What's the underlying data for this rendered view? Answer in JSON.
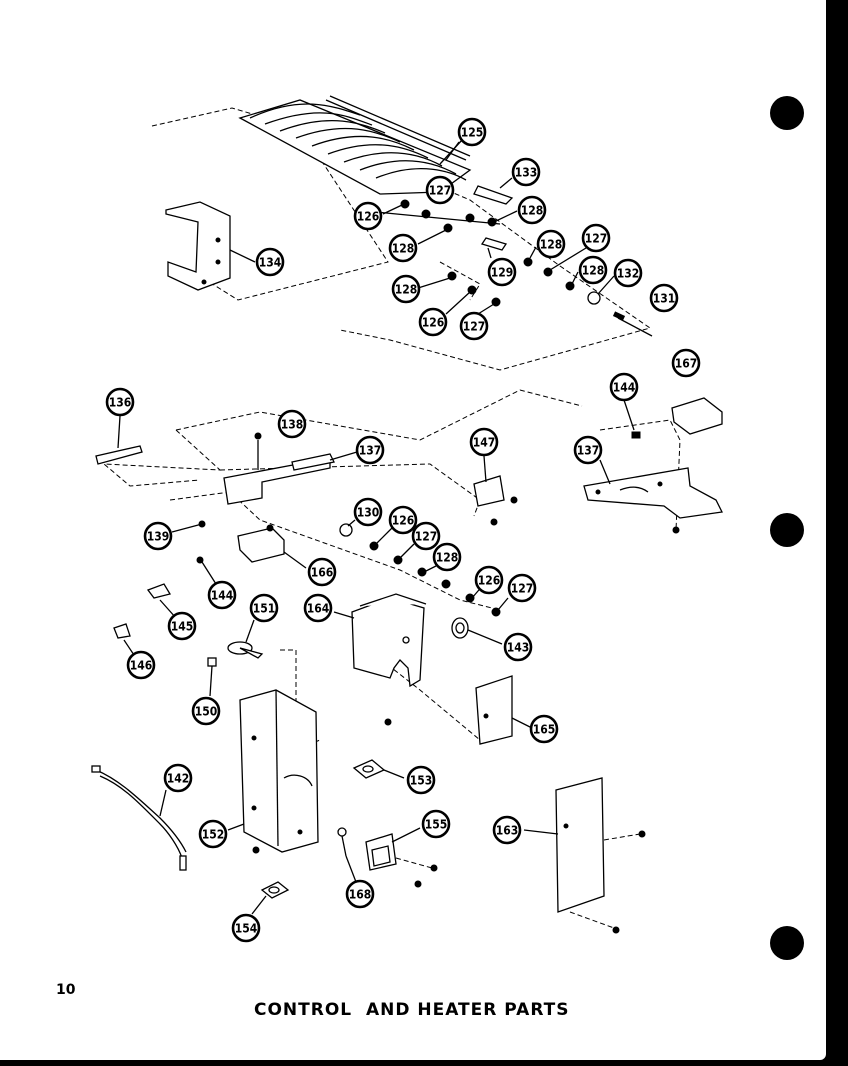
{
  "page": {
    "number": "10",
    "title": "CONTROL  AND HEATER PARTS"
  },
  "callouts": [
    {
      "id": "125",
      "label": "125"
    },
    {
      "id": "133",
      "label": "133"
    },
    {
      "id": "127a",
      "label": "127"
    },
    {
      "id": "126a",
      "label": "126"
    },
    {
      "id": "128a",
      "label": "128"
    },
    {
      "id": "128b",
      "label": "128"
    },
    {
      "id": "129",
      "label": "129"
    },
    {
      "id": "128c",
      "label": "128"
    },
    {
      "id": "127b",
      "label": "127"
    },
    {
      "id": "128d",
      "label": "128"
    },
    {
      "id": "132",
      "label": "132"
    },
    {
      "id": "131",
      "label": "131"
    },
    {
      "id": "128e",
      "label": "128"
    },
    {
      "id": "126b",
      "label": "126"
    },
    {
      "id": "127c",
      "label": "127"
    },
    {
      "id": "134",
      "label": "134"
    },
    {
      "id": "136",
      "label": "136"
    },
    {
      "id": "138",
      "label": "138"
    },
    {
      "id": "137a",
      "label": "137"
    },
    {
      "id": "147",
      "label": "147"
    },
    {
      "id": "144a",
      "label": "144"
    },
    {
      "id": "167",
      "label": "167"
    },
    {
      "id": "137b",
      "label": "137"
    },
    {
      "id": "139",
      "label": "139"
    },
    {
      "id": "130",
      "label": "130"
    },
    {
      "id": "126c",
      "label": "126"
    },
    {
      "id": "127d",
      "label": "127"
    },
    {
      "id": "128f",
      "label": "128"
    },
    {
      "id": "126d",
      "label": "126"
    },
    {
      "id": "127e",
      "label": "127"
    },
    {
      "id": "166",
      "label": "166"
    },
    {
      "id": "144b",
      "label": "144"
    },
    {
      "id": "145",
      "label": "145"
    },
    {
      "id": "146",
      "label": "146"
    },
    {
      "id": "151",
      "label": "151"
    },
    {
      "id": "164",
      "label": "164"
    },
    {
      "id": "143",
      "label": "143"
    },
    {
      "id": "150",
      "label": "150"
    },
    {
      "id": "165",
      "label": "165"
    },
    {
      "id": "142",
      "label": "142"
    },
    {
      "id": "153",
      "label": "153"
    },
    {
      "id": "152",
      "label": "152"
    },
    {
      "id": "155",
      "label": "155"
    },
    {
      "id": "163",
      "label": "163"
    },
    {
      "id": "168",
      "label": "168"
    },
    {
      "id": "154",
      "label": "154"
    }
  ]
}
